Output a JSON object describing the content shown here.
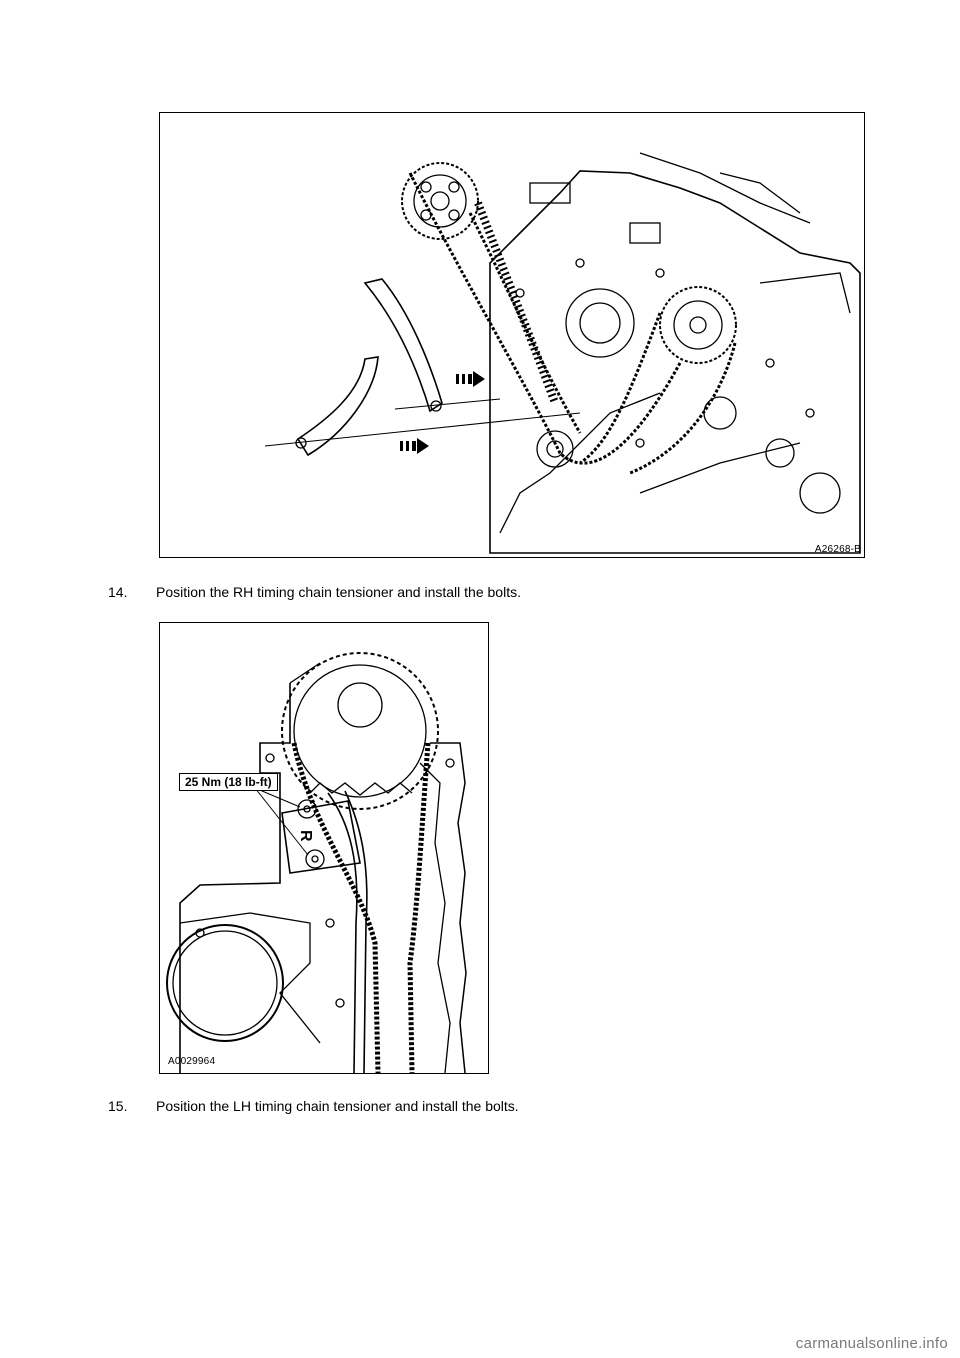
{
  "figure1": {
    "id_label": "A26268-B"
  },
  "figure2": {
    "id_label": "A0029964",
    "torque_label": "25 Nm (18 lb-ft)",
    "tensioner_mark": "R"
  },
  "steps": [
    {
      "number": "14.",
      "text": "Position the RH timing chain tensioner and install the bolts."
    },
    {
      "number": "15.",
      "text": "Position the LH timing chain tensioner and install the bolts."
    }
  ],
  "watermark": "carmanualsonline.info"
}
